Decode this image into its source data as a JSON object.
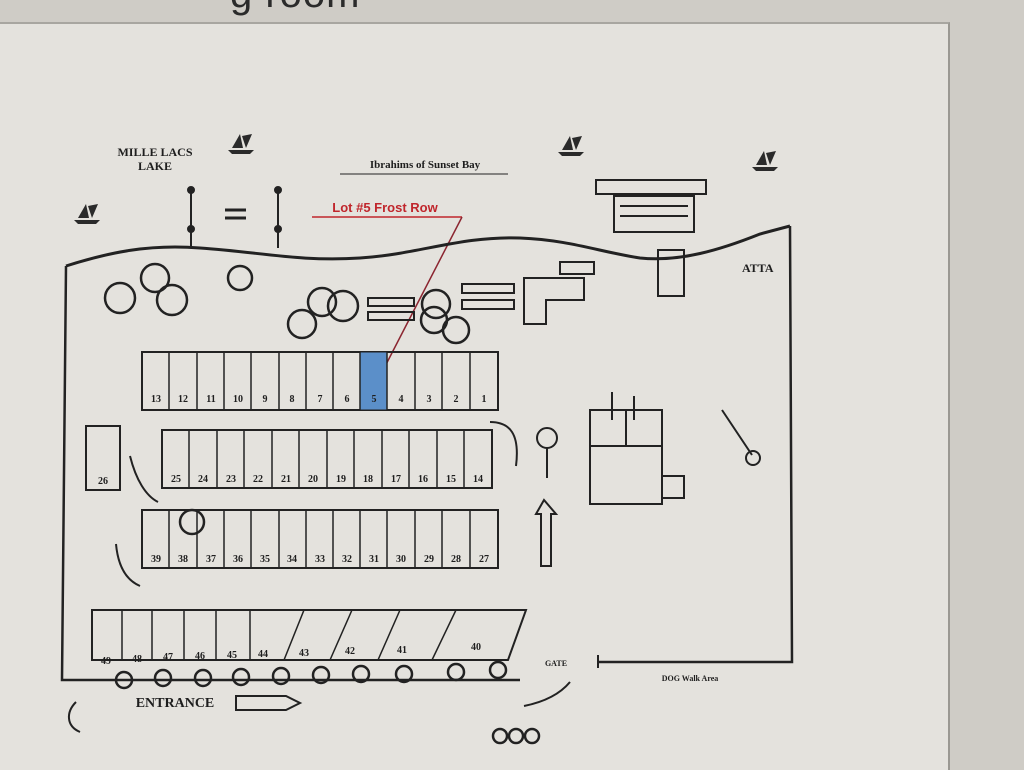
{
  "page": {
    "title": "g room"
  },
  "map": {
    "lake_label_line1": "MILLE LACS",
    "lake_label_line2": "LAKE",
    "resort_title": "Ibrahims of Sunset Bay",
    "highlight_label": "Lot #5 Frost Row",
    "highlight_color": "#c0262c",
    "highlight_fill": "#5b8fc9",
    "entrance_label": "ENTRANCE",
    "gate_label": "GATE",
    "dog_walk_label": "DOG Walk Area",
    "atm_label": "ATTA",
    "row1_lots": [
      "13",
      "12",
      "11",
      "10",
      "9",
      "8",
      "7",
      "6",
      "5",
      "4",
      "3",
      "2",
      "1"
    ],
    "row2_lots": [
      "25",
      "24",
      "23",
      "22",
      "21",
      "20",
      "19",
      "18",
      "17",
      "16",
      "15",
      "14"
    ],
    "row3_lots": [
      "39",
      "38",
      "37",
      "36",
      "35",
      "34",
      "33",
      "32",
      "31",
      "30",
      "29",
      "28",
      "27"
    ],
    "row4_lots": [
      "49",
      "48",
      "47",
      "46",
      "45",
      "44",
      "43",
      "42",
      "41",
      "40"
    ],
    "single_lot": "26",
    "highlighted_lot": "5"
  }
}
